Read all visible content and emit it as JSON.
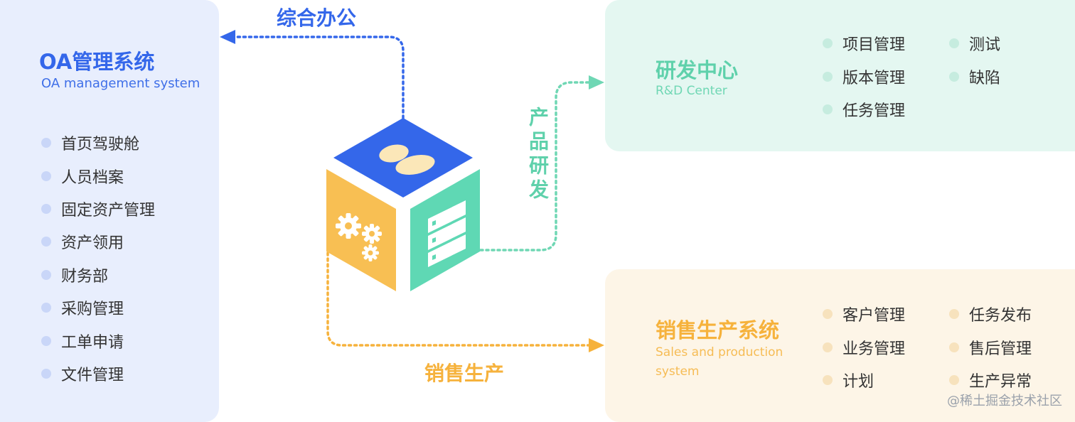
{
  "oa": {
    "title": "OA管理系统",
    "subtitle": "OA management system",
    "items": [
      "首页驾驶舱",
      "人员档案",
      "固定资产管理",
      "资产领用",
      "财务部",
      "采购管理",
      "工单申请",
      "文件管理"
    ]
  },
  "rd": {
    "title": "研发中心",
    "subtitle": "R&D Center",
    "items": [
      "项目管理",
      "测试",
      "版本管理",
      "缺陷",
      "任务管理"
    ]
  },
  "sales": {
    "title": "销售生产系统",
    "subtitle": "Sales and production system",
    "items": [
      "客户管理",
      "任务发布",
      "业务管理",
      "售后管理",
      "计划",
      "生产异常"
    ]
  },
  "flows": {
    "oa_label": "综合办公",
    "rd_label": "产品研发",
    "sales_label": "销售生产"
  },
  "watermark": "@稀土掘金技术社区",
  "colors": {
    "blue": "#3467ea",
    "green": "#5fd1ab",
    "orange": "#f6b23c"
  },
  "icons": {
    "cube_top": "people-icon",
    "cube_left": "gears-icon",
    "cube_right": "server-icon"
  }
}
